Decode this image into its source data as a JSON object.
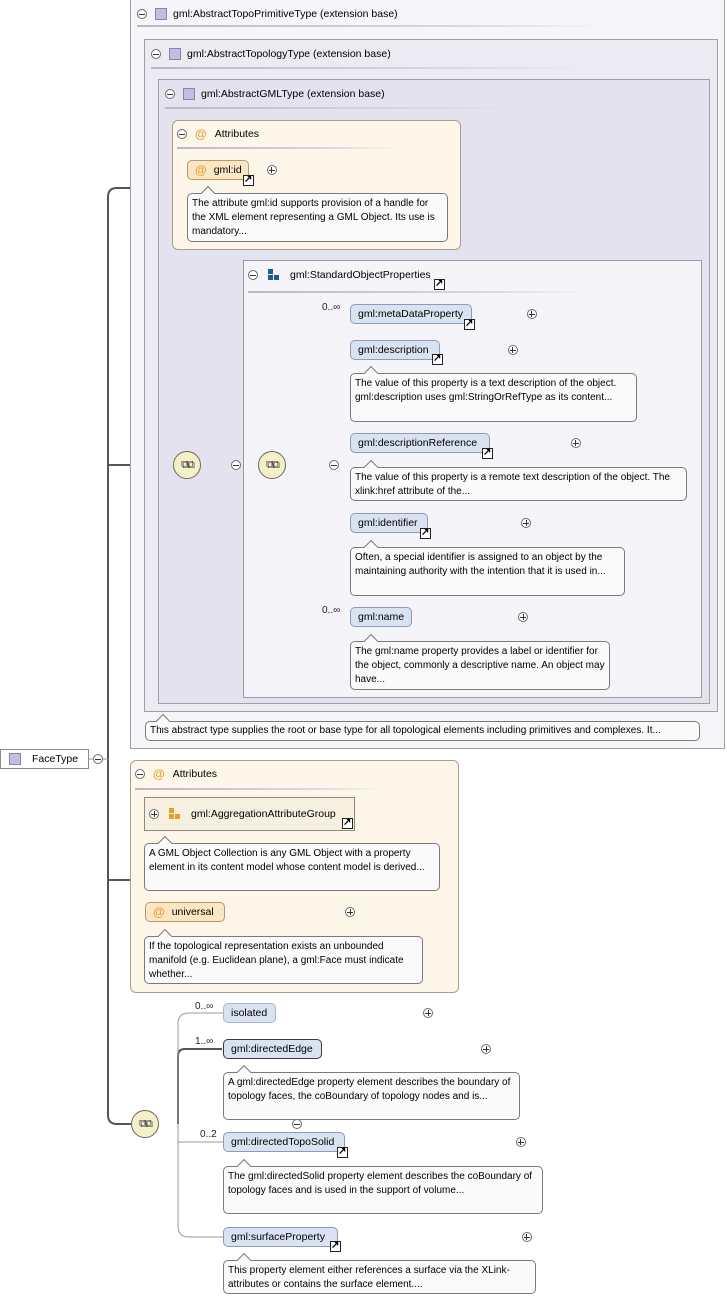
{
  "root": {
    "label": "FaceType"
  },
  "extensions": {
    "topo_primitive": "gml:AbstractTopoPrimitiveType (extension base)",
    "topology": "gml:AbstractTopologyType (extension base)",
    "gml_type": "gml:AbstractGMLType (extension base)"
  },
  "gml_attributes": {
    "header": "Attributes",
    "id_label": "gml:id",
    "id_doc": "The attribute gml:id supports provision of a handle for the XML element representing a GML Object. Its use is mandatory..."
  },
  "std_props": {
    "label": "gml:StandardObjectProperties",
    "elements": [
      {
        "label": "gml:metaDataProperty",
        "card": "0..∞",
        "doc": ""
      },
      {
        "label": "gml:description",
        "card": "",
        "doc": "The value of this property is a text description of the object. gml:description uses gml:StringOrRefType as its content..."
      },
      {
        "label": "gml:descriptionReference",
        "card": "",
        "doc": "The value of this property is a remote text description of the object. The xlink:href attribute of the..."
      },
      {
        "label": "gml:identifier",
        "card": "",
        "doc": "Often, a special identifier is assigned to an object by the maintaining authority with the intention that it is used in..."
      },
      {
        "label": "gml:name",
        "card": "0..∞",
        "doc": "The gml:name property provides a label or identifier for the object, commonly a descriptive name. An object may have..."
      }
    ]
  },
  "topo_doc": "This abstract type supplies the root or base type for all topological elements including primitives and complexes. It...",
  "face_attributes": {
    "header": "Attributes",
    "agg_label": "gml:AggregationAttributeGroup",
    "agg_doc": "A GML Object Collection is any GML Object with a property element in its content model whose content model is derived...",
    "universal_label": "universal",
    "universal_doc": "If the topological representation exists an unbounded manifold (e.g. Euclidean plane), a gml:Face must indicate whether..."
  },
  "face_elements": [
    {
      "label": "isolated",
      "card": "0..∞",
      "doc": ""
    },
    {
      "label": "gml:directedEdge",
      "card": "1..∞",
      "doc": "A gml:directedEdge property element describes the boundary of topology faces, the coBoundary of topology nodes and is..."
    },
    {
      "label": "gml:directedTopoSolid",
      "card": "0..2",
      "doc": "The gml:directedSolid property element describes the coBoundary of topology faces and is used in the support of volume..."
    },
    {
      "label": "gml:surfaceProperty",
      "card": "",
      "doc": "This property element either references a surface via the XLink-attributes or contains the surface element...."
    }
  ],
  "colors": {
    "element_fill": "#d9e2f1",
    "attribute_fill": "#fbe6c4",
    "attr_group_fill": "#fdf6e9",
    "extension_fill": "#ecebf3",
    "compositor_fill": "#f4f0c9"
  },
  "icons": {
    "attribute": "@",
    "type": "type-icon",
    "group": "group-icon",
    "compositor": "sequence-compositor-icon",
    "link": "link-arrow-icon"
  }
}
